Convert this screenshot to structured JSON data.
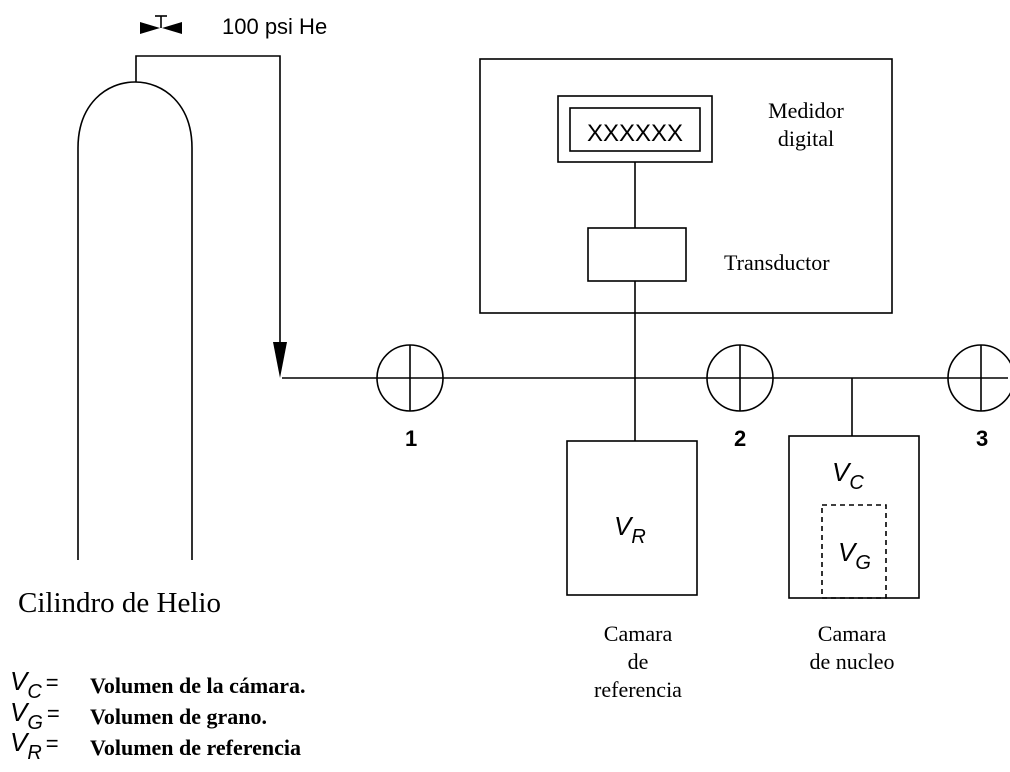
{
  "gas_source": {
    "label": "100 psi He"
  },
  "cylinder": {
    "label": "Cilindro de Helio"
  },
  "digital_meter": {
    "display": "XXXXXX",
    "label_line1": "Medidor",
    "label_line2": "digital"
  },
  "transducer": {
    "label": "Transductor"
  },
  "valves": [
    {
      "number": "1"
    },
    {
      "number": "2"
    },
    {
      "number": "3"
    }
  ],
  "reference_chamber": {
    "symbol": "V",
    "subscript": "R",
    "label_line1": "Camara",
    "label_line2": "de",
    "label_line3": "referencia"
  },
  "core_chamber": {
    "symbol_c": "V",
    "subscript_c": "C",
    "symbol_g": "V",
    "subscript_g": "G",
    "label_line1": "Camara",
    "label_line2": "de nucleo"
  },
  "legend": [
    {
      "symbol": "V",
      "subscript": "C",
      "equals": "=",
      "text": "Volumen de la cámara."
    },
    {
      "symbol": "V",
      "subscript": "G",
      "equals": "=",
      "text": "Volumen de grano."
    },
    {
      "symbol": "V",
      "subscript": "R",
      "equals": "=",
      "text": "Volumen de referencia"
    }
  ]
}
